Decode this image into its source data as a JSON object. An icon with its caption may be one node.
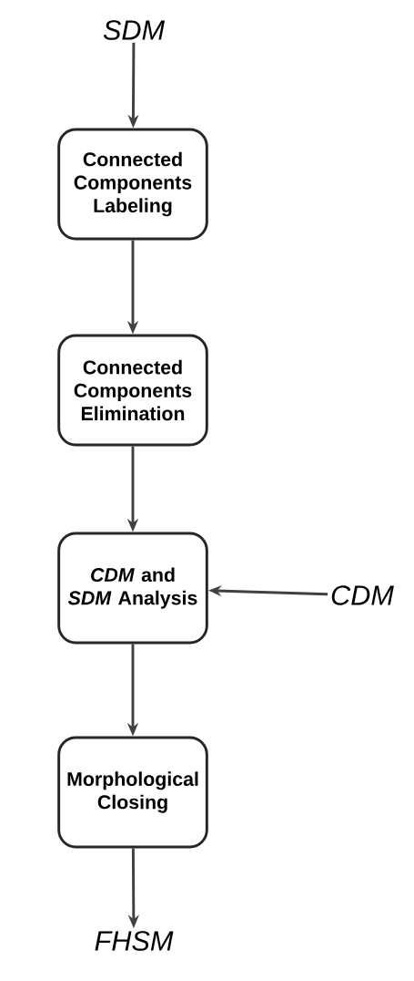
{
  "diagram": {
    "nodes": [
      {
        "text": [
          "SDM"
        ]
      },
      {
        "text": [
          "Connected Components Labeling"
        ]
      },
      {
        "text": [
          "Connected Components Elimination"
        ]
      },
      {
        "text": [
          "*CDM* and *SDM* Analysis"
        ]
      },
      {
        "text": [
          "CDM"
        ]
      },
      {
        "text": [
          "Morphological Closing"
        ]
      },
      {
        "text": [
          "FHSM"
        ]
      }
    ],
    "edges": [
      {
        "from": 0,
        "to": 1,
        "arrow": "to"
      },
      {
        "from": 1,
        "to": 2,
        "arrow": "to"
      },
      {
        "from": 2,
        "to": 3,
        "arrow": "to"
      },
      {
        "from": 4,
        "to": 3,
        "arrow": "to"
      },
      {
        "from": 3,
        "to": 5,
        "arrow": "to"
      },
      {
        "from": 5,
        "to": 6,
        "arrow": "to"
      }
    ]
  }
}
